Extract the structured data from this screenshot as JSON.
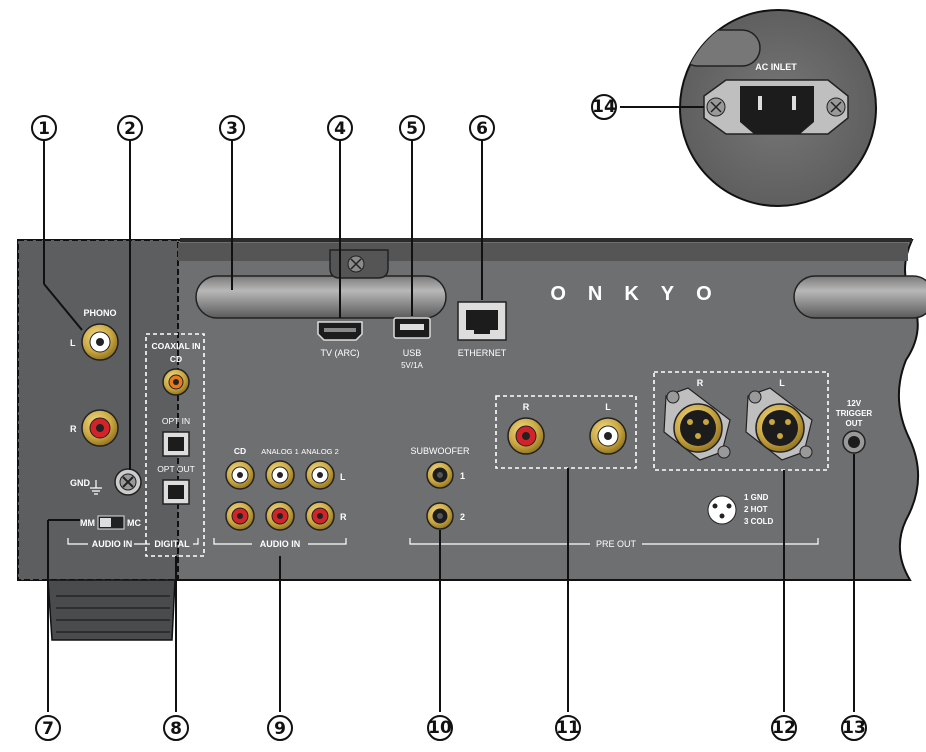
{
  "callouts": [
    "1",
    "2",
    "3",
    "4",
    "5",
    "6",
    "7",
    "8",
    "9",
    "10",
    "11",
    "12",
    "13",
    "14"
  ],
  "labels": {
    "phono": "PHONO",
    "l": "L",
    "r": "R",
    "gnd": "GND",
    "mm": "MM",
    "mc": "MC",
    "audio_in": "AUDIO IN",
    "digital": "DIGITAL",
    "coaxial_in": "COAXIAL IN",
    "cd": "CD",
    "opt_in": "OPT IN",
    "opt_out": "OPT OUT",
    "analog1": "ANALOG 1",
    "analog2": "ANALOG 2",
    "tv_arc": "TV (ARC)",
    "usb": "USB",
    "usb_power": "5V/1A",
    "ethernet": "ETHERNET",
    "brand": "ONKYO",
    "subwoofer": "SUBWOOFER",
    "sub1": "1",
    "sub2": "2",
    "pre_out": "PRE OUT",
    "xlr_pins": [
      "1 GND",
      "2 HOT",
      "3 COLD"
    ],
    "trigger": [
      "12V",
      "TRIGGER",
      "OUT"
    ],
    "ac_inlet": "AC INLET"
  },
  "colors": {
    "panel": "#6e6f71",
    "panel_dark": "#3b3c3e",
    "gold": "#c9a640",
    "red": "#d2232a",
    "callout": "#111111"
  }
}
